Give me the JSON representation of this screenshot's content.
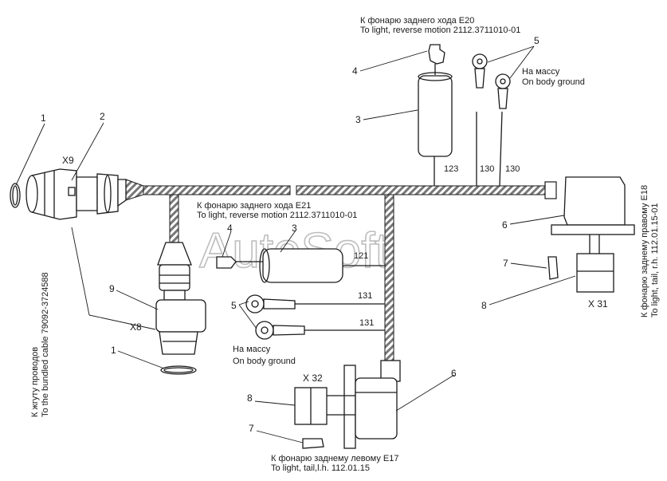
{
  "watermark": "AutoSoft",
  "captions": {
    "rev_light_top_ru": "К фонарю заднего хода  E20",
    "rev_light_top_en": "To light, reverse motion 2112.3711010-01",
    "ground_top_ru": "На массу",
    "ground_top_en": "On body ground",
    "rev_light_mid_ru": "К фонарю заднего хода  E21",
    "rev_light_mid_en": "To light, reverse motion 2112.3711010-01",
    "ground_mid_ru": "На массу",
    "ground_mid_en": "On body ground",
    "tail_left_ru": "К фонарю заднему левому  E17",
    "tail_left_en": "To light, tail,l.h. 112.01.15",
    "tail_right_ru": "К фонарю заднему правому  E18",
    "tail_right_en": "To light, tail, r.h. 112.01.15-01",
    "bundle_ru": "К жгуту проводов",
    "bundle_en": "To the bundled cable 79092-3724588"
  },
  "connectors": {
    "x9": "X9",
    "x8": "X8",
    "x31": "X 31",
    "x32": "X 32"
  },
  "wires": {
    "w123": "123",
    "w130a": "130",
    "w130b": "130",
    "w121": "121",
    "w131a": "131",
    "w131b": "131"
  },
  "callouts": {
    "c1_top": "1",
    "c2": "2",
    "c3_top": "3",
    "c4_top": "4",
    "c5_top": "5",
    "c6_right": "6",
    "c7_right": "7",
    "c8_right": "8",
    "c9": "9",
    "c1_bottom": "1",
    "c4_mid": "4",
    "c3_mid": "3",
    "c5_mid": "5",
    "c6_bottom": "6",
    "c8_bottom": "8",
    "c7_bottom": "7"
  }
}
